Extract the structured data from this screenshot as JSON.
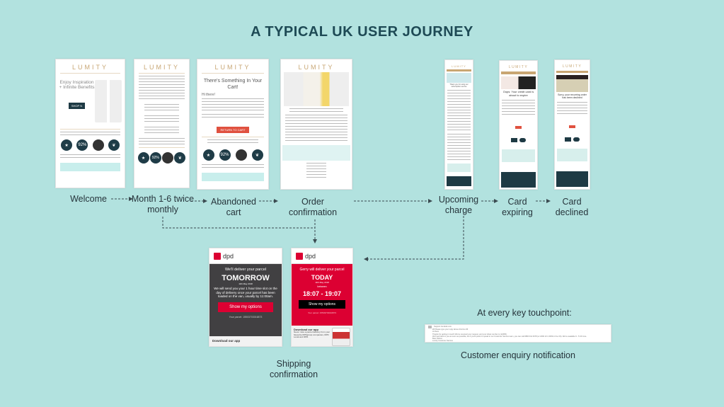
{
  "title": "A TYPICAL UK USER JOURNEY",
  "brand": "LUMITY",
  "stages": [
    {
      "label": "Welcome"
    },
    {
      "label": "Month 1-6 twice monthly"
    },
    {
      "label": "Abandoned cart"
    },
    {
      "label": "Order confirmation"
    },
    {
      "label": "Upcoming charge"
    },
    {
      "label": "Card expiring"
    },
    {
      "label": "Card declined"
    }
  ],
  "welcome": {
    "headline": "Enjoy Inspiration + Infinite Benefits",
    "button": "SHOP N"
  },
  "cart": {
    "headline": "There's Something In Your Cart!",
    "greeting": "Hi there!",
    "button": "RETURN TO CART"
  },
  "upcoming": {
    "headline": "Thank you for using our subscription service"
  },
  "expiring": {
    "headline": "Oops: Your credit card is about to expire"
  },
  "declined": {
    "headline": "Sorry, your recurring order has been declined"
  },
  "badge": "92%",
  "dpd": {
    "brand": "dpd",
    "tomorrow": {
      "intro": "We'll deliver your parcel",
      "day": "TOMORROW",
      "date": "11th May 2018",
      "body": "We will send you your 1 hour time slot on the day of delivery once your parcel has been loaded on the van, usually by 11:00am.",
      "button": "Show my options",
      "parcel": "Your parcel: 15503703016873",
      "app": "Download our app"
    },
    "today": {
      "intro": "Gerry will deliver your parcel",
      "day": "TODAY",
      "date": "11th May 2018",
      "between": "between",
      "time": "18:07 - 19:07",
      "button": "Show my options",
      "parcel": "Your parcel: 15503703016873",
      "app": "Download our app",
      "app_body": "Never miss a parcel delivery from your favourite DPDgroup companies, DPD Local and DPD."
    }
  },
  "shipping_label": "Shipping confirmation",
  "touchpoint_heading": "At every key touchpoint:",
  "enquiry": {
    "label": "Customer enquiry notification",
    "sender": "Support.zendesk.com",
    "quote": "## Please type your reply above this line ##",
    "greeting": "Hi there",
    "line1": "Thanks for getting in touch! We've received your request, and your ticket number is (12695).",
    "line2": "We'll get back to you as soon as possible, but if you'd prefer to speak to our Customer Service team, you can call 0800 012 0678 (or 1800 10 1 6459 in the US). We're available 9 - 5 UK time.",
    "signoff": "Best wishes",
    "team": "Lumity Customer Service"
  }
}
